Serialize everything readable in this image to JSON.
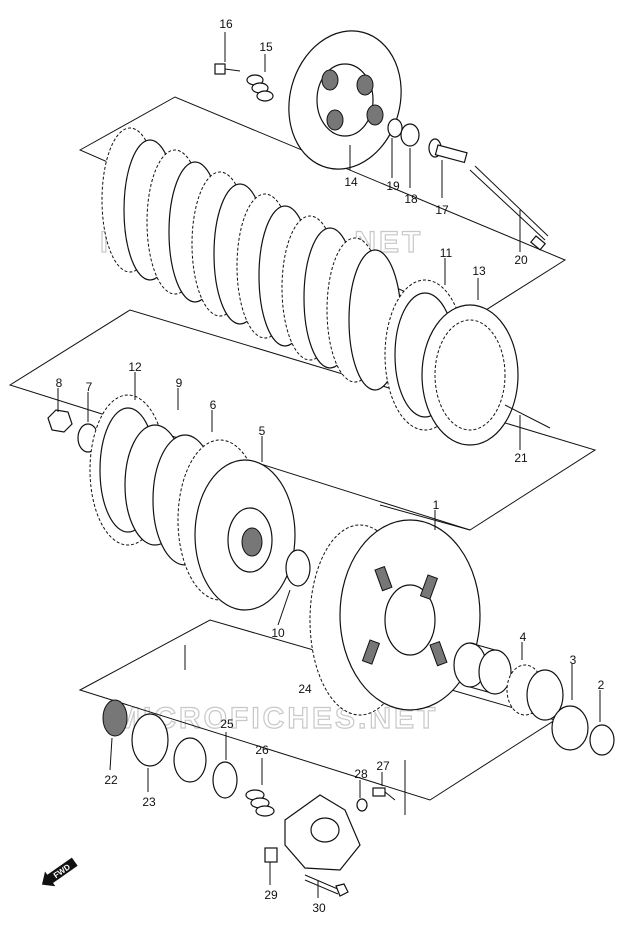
{
  "watermarks": [
    "MICROFICHES.NET",
    "MICROFICHES.NET"
  ],
  "direction_badge": "FWD",
  "callouts": [
    "1",
    "2",
    "3",
    "4",
    "5",
    "6",
    "7",
    "8",
    "9",
    "10",
    "11",
    "12",
    "13",
    "14",
    "15",
    "16",
    "17",
    "18",
    "19",
    "20",
    "21",
    "22",
    "23",
    "24",
    "25",
    "26",
    "27",
    "28",
    "29",
    "30"
  ]
}
